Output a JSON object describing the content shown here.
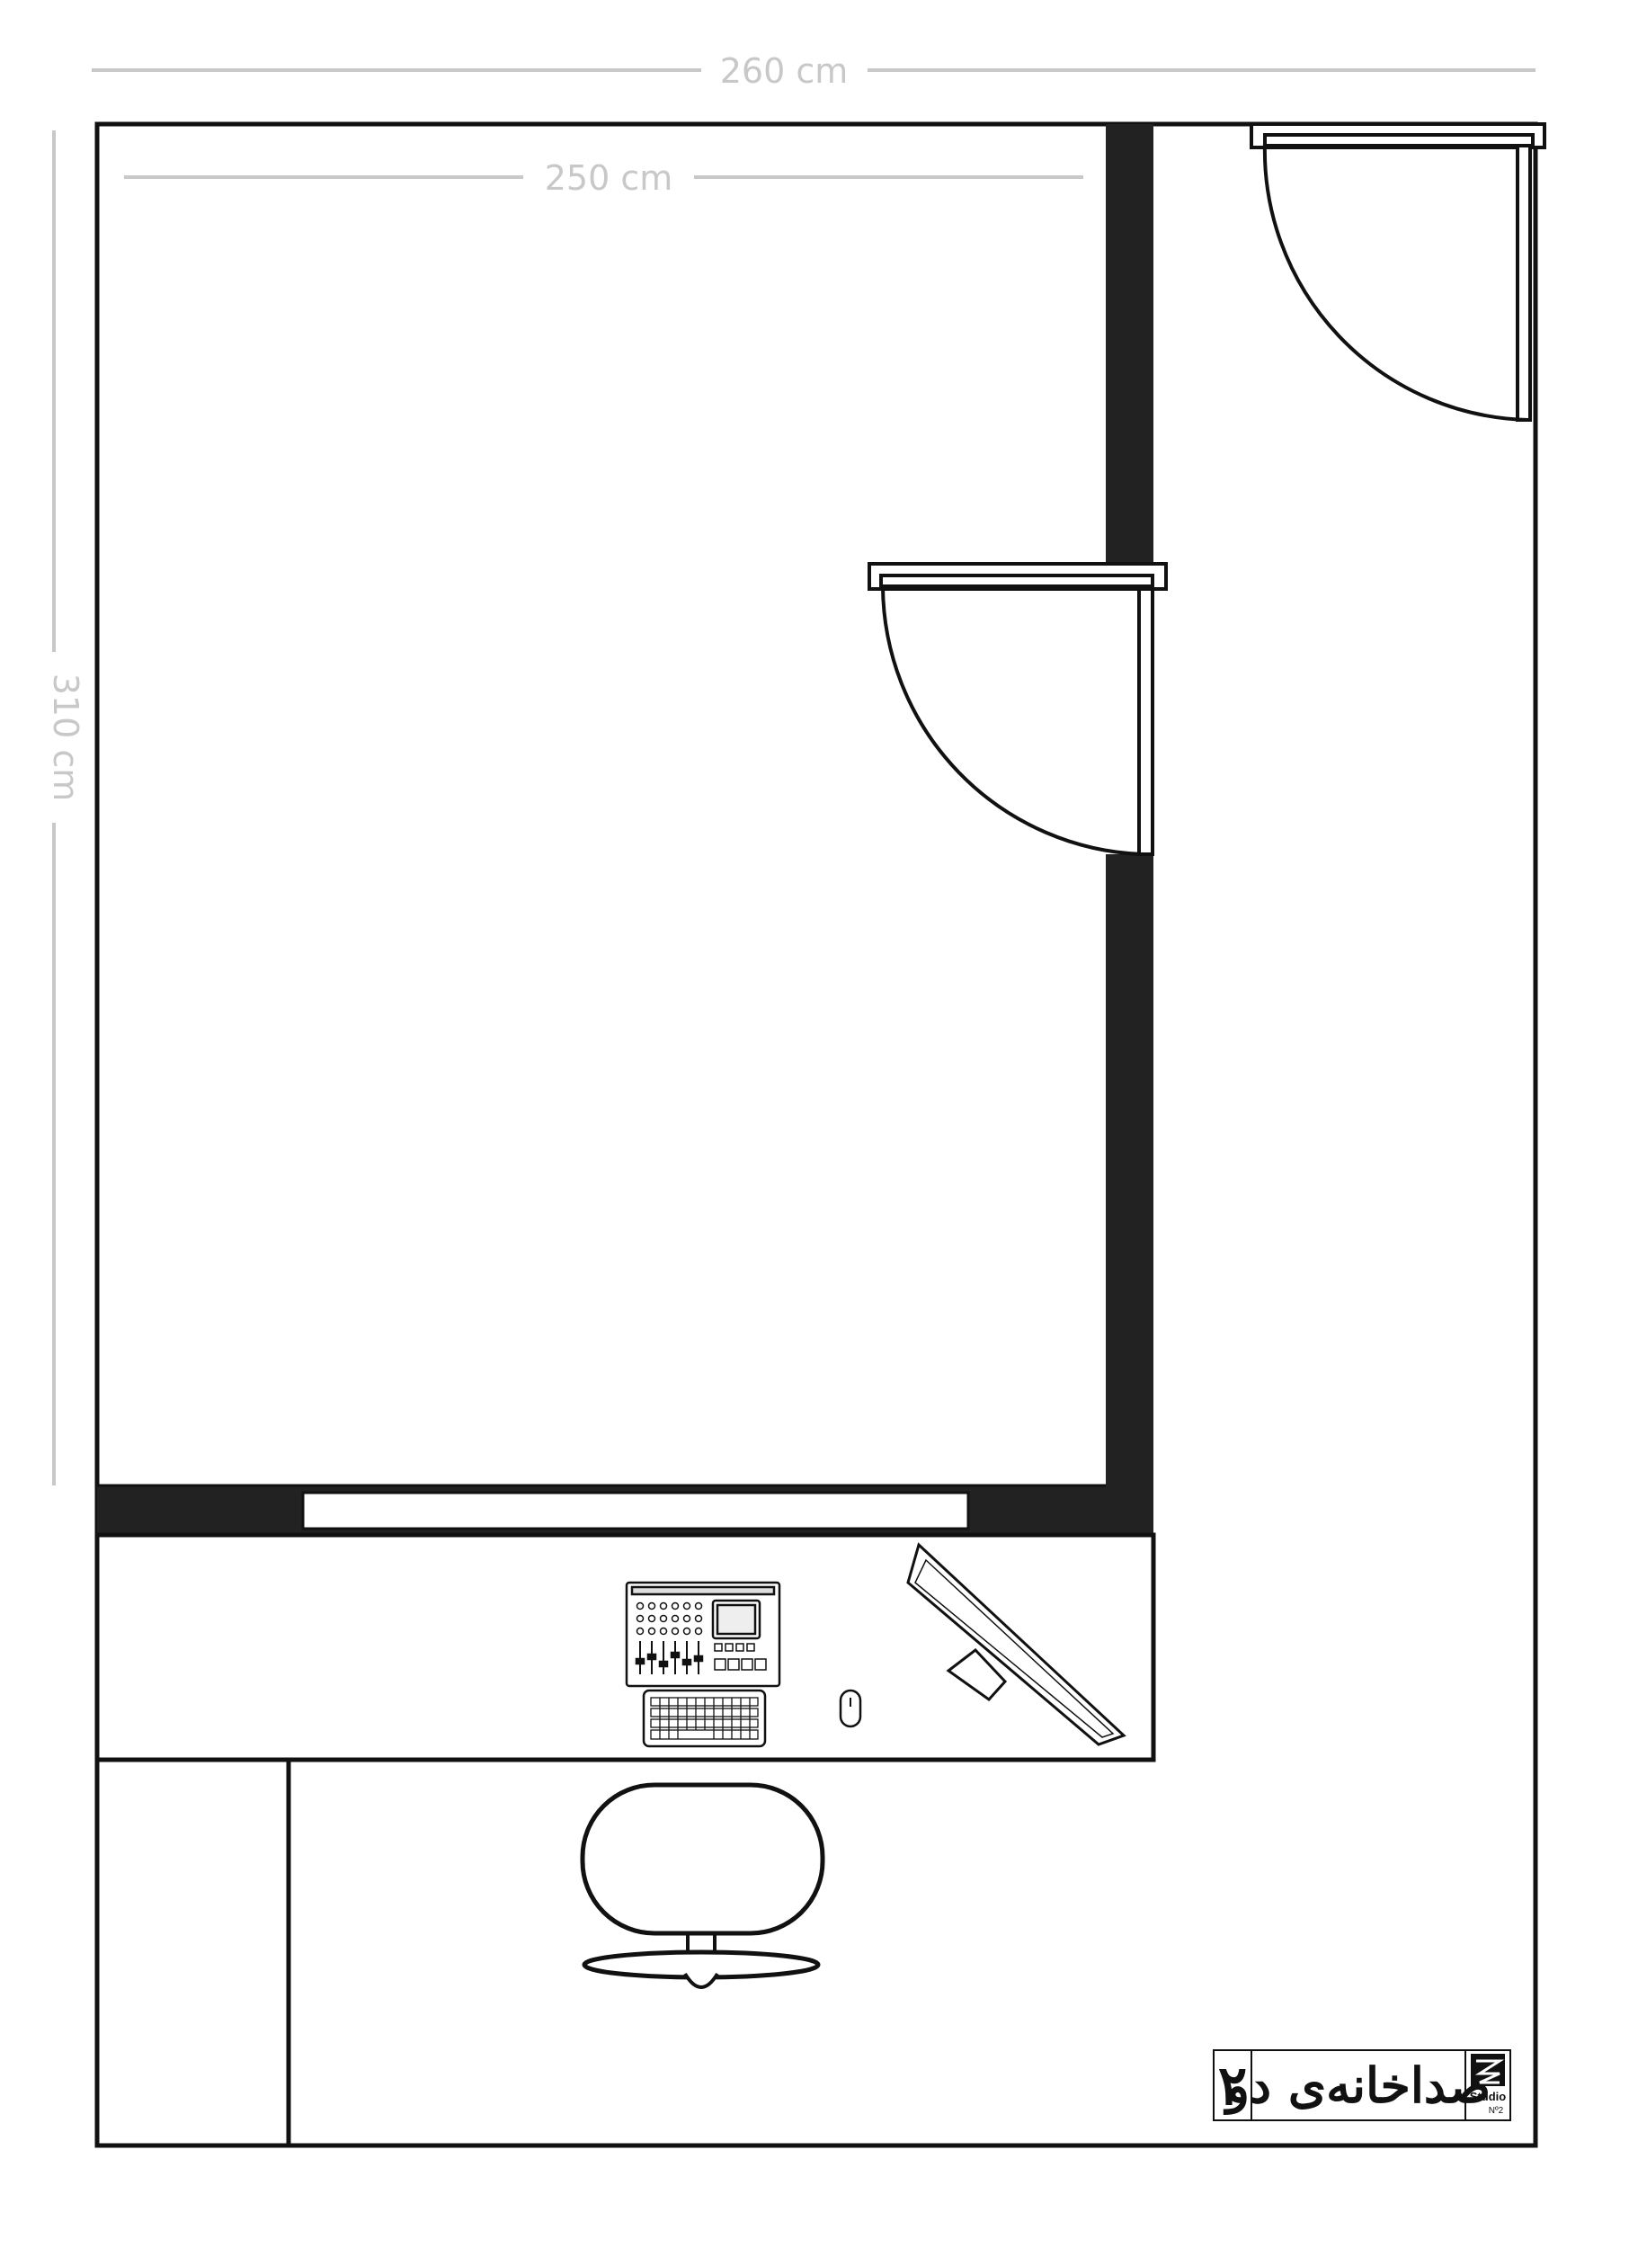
{
  "dimensions": {
    "overall_width": "260 cm",
    "inner_width": "250 cm",
    "height": "310 cm"
  },
  "title_block": {
    "name": "صداخانه‌ی دو",
    "number": "۲",
    "logo_text": "Studio",
    "logo_sub": "Nº2"
  },
  "colors": {
    "wall": "#222222",
    "line": "#111111",
    "dimension": "#c8c8c8"
  }
}
